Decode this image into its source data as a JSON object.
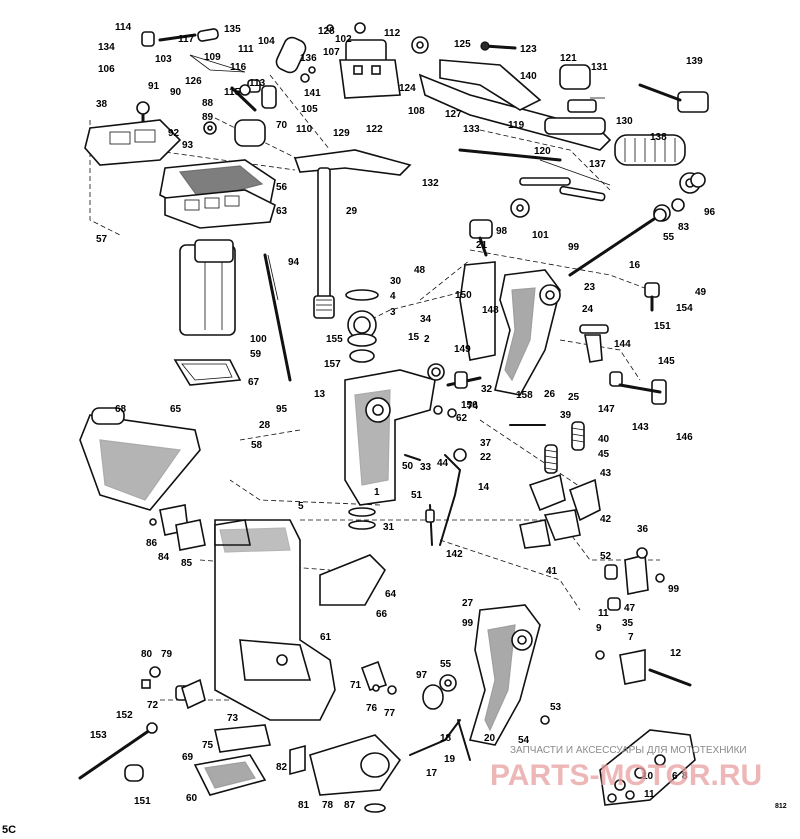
{
  "figure_code": "5C",
  "corner_code": "812",
  "watermark": {
    "line1": "ЗАПЧАСТИ И АКСЕССУАРЫ ДЛЯ МОТОТЕХНИКИ",
    "line2": "PARTS-MOTOR.RU"
  },
  "callouts": [
    "114",
    "117",
    "135",
    "128",
    "102",
    "112",
    "125",
    "123",
    "134",
    "103",
    "109",
    "111",
    "104",
    "107",
    "106",
    "116",
    "126",
    "113",
    "136",
    "141",
    "105",
    "110",
    "129",
    "122",
    "121",
    "131",
    "139",
    "91",
    "90",
    "88",
    "115",
    "38",
    "89",
    "92",
    "93",
    "70",
    "108",
    "124",
    "127",
    "133",
    "119",
    "130",
    "140",
    "120",
    "137",
    "138",
    "132",
    "56",
    "63",
    "29",
    "98",
    "101",
    "96",
    "83",
    "57",
    "94",
    "21",
    "99",
    "55",
    "16",
    "30",
    "4",
    "3",
    "48",
    "150",
    "148",
    "23",
    "49",
    "34",
    "154",
    "151",
    "100",
    "59",
    "155",
    "2",
    "15",
    "24",
    "149",
    "144",
    "145",
    "157",
    "32",
    "13",
    "26",
    "25",
    "147",
    "67",
    "95",
    "156",
    "158",
    "143",
    "146",
    "68",
    "65",
    "74",
    "62",
    "39",
    "40",
    "28",
    "58",
    "37",
    "22",
    "33",
    "44",
    "45",
    "50",
    "1",
    "5",
    "31",
    "51",
    "14",
    "42",
    "43",
    "86",
    "84",
    "85",
    "142",
    "36",
    "52",
    "99",
    "41",
    "47",
    "64",
    "27",
    "66",
    "35",
    "61",
    "99",
    "9",
    "11",
    "7",
    "80",
    "79",
    "12",
    "55",
    "97",
    "71",
    "76",
    "77",
    "152",
    "72",
    "73",
    "53",
    "153",
    "75",
    "69",
    "82",
    "18",
    "20",
    "19",
    "17",
    "10",
    "6",
    "8",
    "11",
    "151",
    "60",
    "81",
    "78",
    "87",
    "54"
  ]
}
